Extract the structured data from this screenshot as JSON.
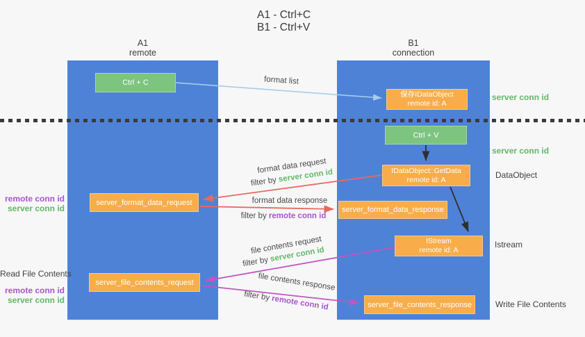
{
  "title": {
    "line1": "A1 - Ctrl+C",
    "line2": "B1 - Ctrl+V"
  },
  "lanes": {
    "left": {
      "title": "A1",
      "subtitle": "remote"
    },
    "right": {
      "title": "B1",
      "subtitle": "connection"
    }
  },
  "boxes": {
    "ctrl_c": {
      "label": "Ctrl + C"
    },
    "save_idataobject": {
      "line1": "保存IDataObject",
      "line2": "remote id: A"
    },
    "ctrl_v": {
      "label": "Ctrl + V"
    },
    "getdata": {
      "line1": "IDataObject::GetData",
      "line2": "remote id: A"
    },
    "format_request": {
      "label": "server_format_data_request"
    },
    "format_response": {
      "label": "server_format_data_response"
    },
    "istream": {
      "line1": "IStream",
      "line2": "remote id: A"
    },
    "file_request": {
      "label": "server_file_contents_request"
    },
    "file_response": {
      "label": "server_file_contents_response"
    }
  },
  "arrow_labels": {
    "format_list": "format list",
    "format_data_request": "format data request",
    "format_data_response": "format data response",
    "file_contents_request": "file contents request",
    "file_contents_response": "file contents response",
    "filter_by": "filter by",
    "server_conn_id": "server conn id",
    "remote_conn_id": "remote conn id"
  },
  "side_labels": {
    "server_conn_id_top_right": "server conn id",
    "server_conn_id_mid_right": "server conn id",
    "dataobject": "DataObject",
    "istream": "Istream",
    "write_file_contents": "Write File Contents",
    "read_file_contents": "Read File Contents",
    "remote_conn_id_left_top": "remote conn id",
    "server_conn_id_left_top": "server conn id",
    "remote_conn_id_left_bottom": "remote conn id",
    "server_conn_id_left_bottom": "server conn id"
  },
  "colors": {
    "background": "#f7f7f8",
    "lane_blue": "#4e82d7",
    "box_orange": "#f8ad4a",
    "box_green": "#7cc47f",
    "text_green": "#62b966",
    "text_purple": "#a855cc",
    "arrow_red": "#e8695e",
    "arrow_magenta": "#c155c1",
    "arrow_lightblue": "#a5cde9",
    "arrow_black": "#2f2f2f"
  }
}
